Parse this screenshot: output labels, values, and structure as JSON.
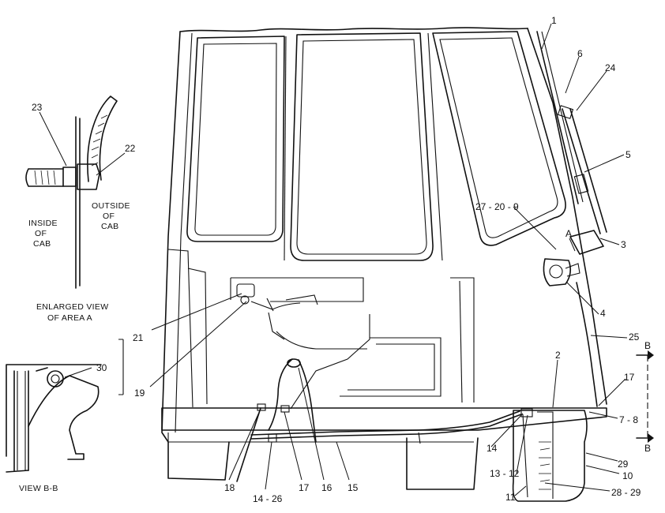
{
  "callouts": {
    "c1": "1",
    "c6": "6",
    "c24": "24",
    "c5": "5",
    "c27_20_9": "27 - 20 - 9",
    "c3": "3",
    "c4": "4",
    "c25": "25",
    "c2": "2",
    "c17r": "17",
    "c7_8": "7 - 8",
    "c14r": "14",
    "c13_12": "13 - 12",
    "c29a": "29",
    "c10": "10",
    "c11": "11",
    "c28_29": "28 - 29",
    "c21": "21",
    "c19": "19",
    "c18": "18",
    "c14_26": "14 - 26",
    "c17b": "17",
    "c16": "16",
    "c15": "15",
    "c23": "23",
    "c22": "22",
    "c30": "30",
    "b_top": "B",
    "b_bottom": "B"
  },
  "captions": {
    "inside_1": "INSIDE",
    "inside_2": "OF",
    "inside_3": "CAB",
    "outside_1": "OUTSIDE",
    "outside_2": "OF",
    "outside_3": "CAB",
    "enlarged_1": "ENLARGED VIEW",
    "enlarged_2": "OF AREA A",
    "view_bb": "VIEW B-B",
    "area_a": "A"
  }
}
